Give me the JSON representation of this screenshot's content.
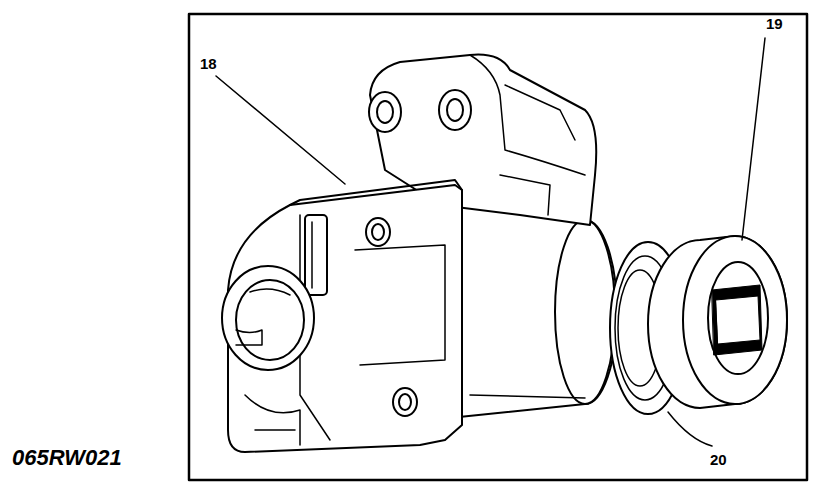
{
  "diagram": {
    "labels": [
      "18",
      "19",
      "20",
      "065RW021"
    ]
  }
}
